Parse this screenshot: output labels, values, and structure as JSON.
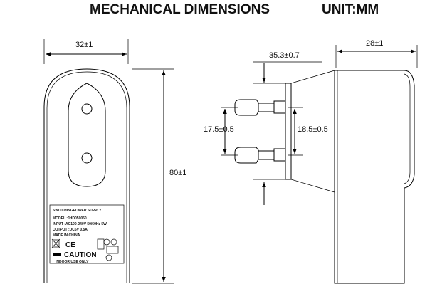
{
  "header": {
    "title": "MECHANICAL DIMENSIONS",
    "unit": "UNIT:MM"
  },
  "front_view": {
    "width_dim": "32±1",
    "height_dim": "80±1",
    "label": {
      "line1": "SWITCHINGPOWER SUPPLY",
      "line2": "MODEL :JHD050050",
      "line3": "INPUT :AC100-240V 50/60Hz 5W",
      "line4": "OUTPUT :DC5V 0.5A",
      "line5": "MADE IN CHINA",
      "caution": "CAUTION",
      "indoor": "INDOOR USE ONLY"
    }
  },
  "side_view": {
    "pin_length_dim": "35.3±0.7",
    "pin_gap_left_dim": "17.5±0.5",
    "pin_gap_right_dim": "18.5±0.5",
    "depth_dim": "28±1"
  }
}
